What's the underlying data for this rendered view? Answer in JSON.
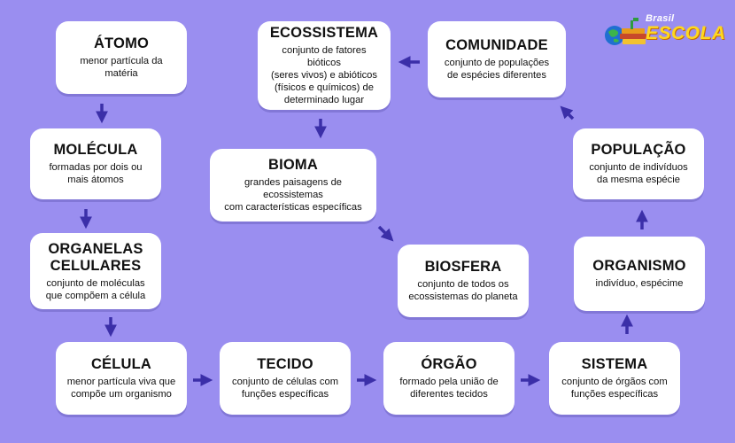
{
  "brand": {
    "line1": "Brasil",
    "line2": "ESCOLA"
  },
  "colors": {
    "background": "#9a8ef0",
    "card": "#ffffff",
    "arrow": "#3b2fa8",
    "logo_yellow": "#ffd81e"
  },
  "nodes": {
    "atomo": {
      "title": "ÁTOMO",
      "desc": "menor partícula da\nmatéria"
    },
    "molecula": {
      "title": "MOLÉCULA",
      "desc": "formadas por dois ou\nmais átomos"
    },
    "organelas": {
      "title": "ORGANELAS\nCELULARES",
      "desc": "conjunto de moléculas\nque compõem a célula"
    },
    "celula": {
      "title": "CÉLULA",
      "desc": "menor partícula viva que\ncompõe um organismo"
    },
    "tecido": {
      "title": "TECIDO",
      "desc": "conjunto de células com\nfunções específicas"
    },
    "orgao": {
      "title": "ÓRGÃO",
      "desc": "formado pela união de\ndiferentes tecidos"
    },
    "sistema": {
      "title": "SISTEMA",
      "desc": "conjunto de órgãos com\nfunções específicas"
    },
    "organismo": {
      "title": "ORGANISMO",
      "desc": "indivíduo, espécime"
    },
    "populacao": {
      "title": "POPULAÇÃO",
      "desc": "conjunto de indivíduos\nda mesma espécie"
    },
    "comunidade": {
      "title": "COMUNIDADE",
      "desc": "conjunto de populações\nde espécies diferentes"
    },
    "ecossistema": {
      "title": "ECOSSISTEMA",
      "desc": "conjunto de fatores bióticos\n(seres vivos) e abióticos\n(físicos e químicos) de\ndeterminado lugar"
    },
    "bioma": {
      "title": "BIOMA",
      "desc": "grandes paisagens de ecossistemas\ncom características específicas"
    },
    "biosfera": {
      "title": "BIOSFERA",
      "desc": "conjunto de todos os\necossistemas do planeta"
    }
  }
}
